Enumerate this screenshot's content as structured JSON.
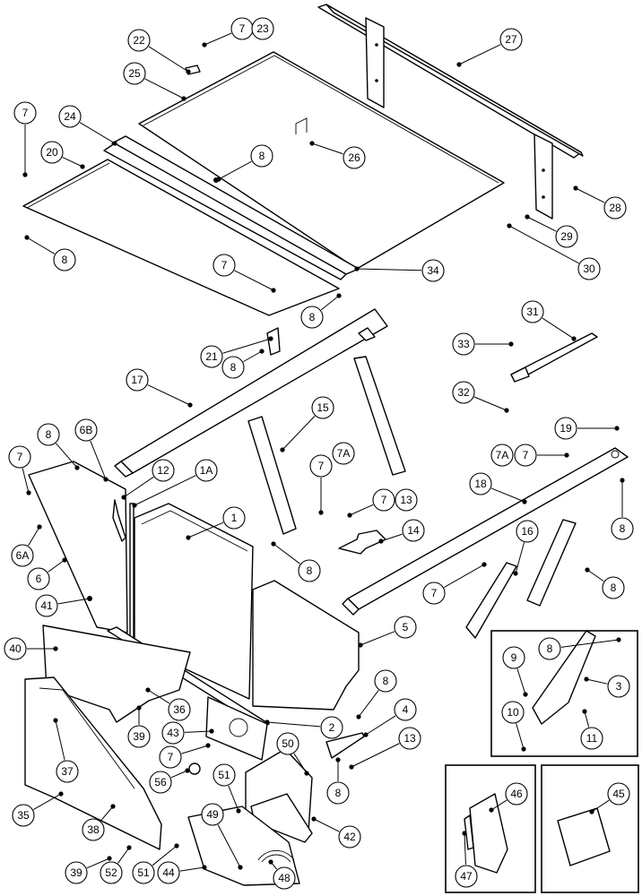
{
  "callouts": [
    {
      "id": "c22",
      "label": "22"
    },
    {
      "id": "c7a",
      "label": "7"
    },
    {
      "id": "c23",
      "label": "23"
    },
    {
      "id": "c27",
      "label": "27"
    },
    {
      "id": "c25",
      "label": "25"
    },
    {
      "id": "c7b",
      "label": "7"
    },
    {
      "id": "c24",
      "label": "24"
    },
    {
      "id": "c20",
      "label": "20"
    },
    {
      "id": "c8a",
      "label": "8"
    },
    {
      "id": "c26",
      "label": "26"
    },
    {
      "id": "c28",
      "label": "28"
    },
    {
      "id": "c29",
      "label": "29"
    },
    {
      "id": "c8b",
      "label": "8"
    },
    {
      "id": "c30",
      "label": "30"
    },
    {
      "id": "c7c",
      "label": "7"
    },
    {
      "id": "c34",
      "label": "34"
    },
    {
      "id": "c8c",
      "label": "8"
    },
    {
      "id": "c21",
      "label": "21"
    },
    {
      "id": "c8d",
      "label": "8"
    },
    {
      "id": "c31",
      "label": "31"
    },
    {
      "id": "c33",
      "label": "33"
    },
    {
      "id": "c17",
      "label": "17"
    },
    {
      "id": "c32",
      "label": "32"
    },
    {
      "id": "c15",
      "label": "15"
    },
    {
      "id": "c19",
      "label": "19"
    },
    {
      "id": "c8e",
      "label": "8"
    },
    {
      "id": "c6B",
      "label": "6B"
    },
    {
      "id": "c7d",
      "label": "7"
    },
    {
      "id": "c12",
      "label": "12"
    },
    {
      "id": "c1A",
      "label": "1A"
    },
    {
      "id": "c7e",
      "label": "7"
    },
    {
      "id": "c7A1",
      "label": "7A"
    },
    {
      "id": "c7A2",
      "label": "7A"
    },
    {
      "id": "c7f",
      "label": "7"
    },
    {
      "id": "c18",
      "label": "18"
    },
    {
      "id": "c1",
      "label": "1"
    },
    {
      "id": "c7g",
      "label": "7"
    },
    {
      "id": "c13a",
      "label": "13"
    },
    {
      "id": "c8f",
      "label": "8"
    },
    {
      "id": "c6A",
      "label": "6A"
    },
    {
      "id": "c14",
      "label": "14"
    },
    {
      "id": "c16",
      "label": "16"
    },
    {
      "id": "c6",
      "label": "6"
    },
    {
      "id": "c8g",
      "label": "8"
    },
    {
      "id": "c7h",
      "label": "7"
    },
    {
      "id": "c8h",
      "label": "8"
    },
    {
      "id": "c41",
      "label": "41"
    },
    {
      "id": "c5",
      "label": "5"
    },
    {
      "id": "c40",
      "label": "40"
    },
    {
      "id": "c9",
      "label": "9"
    },
    {
      "id": "c8i",
      "label": "8"
    },
    {
      "id": "c3",
      "label": "3"
    },
    {
      "id": "c36",
      "label": "36"
    },
    {
      "id": "c8j",
      "label": "8"
    },
    {
      "id": "c4",
      "label": "4"
    },
    {
      "id": "c2",
      "label": "2"
    },
    {
      "id": "c10",
      "label": "10"
    },
    {
      "id": "c11",
      "label": "11"
    },
    {
      "id": "c43",
      "label": "43"
    },
    {
      "id": "c39a",
      "label": "39"
    },
    {
      "id": "c13b",
      "label": "13"
    },
    {
      "id": "c7i",
      "label": "7"
    },
    {
      "id": "c37",
      "label": "37"
    },
    {
      "id": "c50",
      "label": "50"
    },
    {
      "id": "c56",
      "label": "56"
    },
    {
      "id": "c8k",
      "label": "8"
    },
    {
      "id": "c51a",
      "label": "51"
    },
    {
      "id": "c46",
      "label": "46"
    },
    {
      "id": "c45",
      "label": "45"
    },
    {
      "id": "c35",
      "label": "35"
    },
    {
      "id": "c38",
      "label": "38"
    },
    {
      "id": "c49",
      "label": "49"
    },
    {
      "id": "c42",
      "label": "42"
    },
    {
      "id": "c39b",
      "label": "39"
    },
    {
      "id": "c52",
      "label": "52"
    },
    {
      "id": "c51b",
      "label": "51"
    },
    {
      "id": "c44",
      "label": "44"
    },
    {
      "id": "c48",
      "label": "48"
    },
    {
      "id": "c47",
      "label": "47"
    }
  ]
}
